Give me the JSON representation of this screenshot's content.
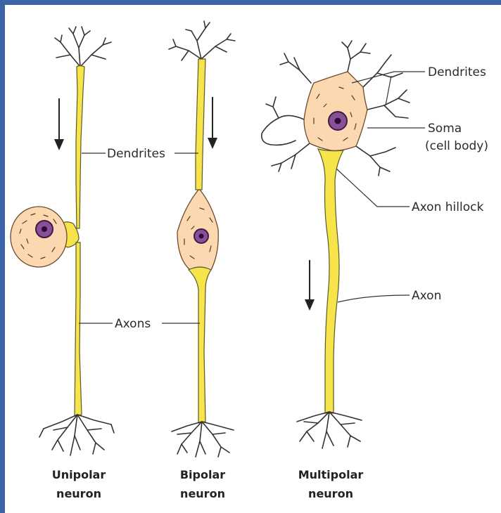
{
  "labels": {
    "dendrites_unipolar": "Dendrites",
    "axons": "Axons",
    "dendrites_multipolar": "Dendrites",
    "soma_line1": "Soma",
    "soma_line2": "(cell body)",
    "axon_hillock": "Axon hillock",
    "axon": "Axon"
  },
  "captions": {
    "unipolar_1": "Unipolar",
    "unipolar_2": "neuron",
    "bipolar_1": "Bipolar",
    "bipolar_2": "neuron",
    "multipolar_1": "Multipolar",
    "multipolar_2": "neuron"
  },
  "colors": {
    "border": "#3d63a8",
    "axon_fill": "#f7e34a",
    "soma_fill": "#fbd8b0",
    "nucleus_fill": "#8a4f98"
  }
}
